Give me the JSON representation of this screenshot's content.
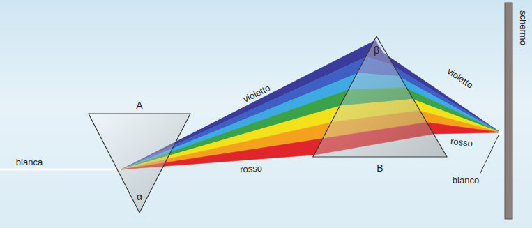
{
  "diagram": {
    "nodes": [
      {
        "text": [
          "A",
          "α"
        ]
      },
      {
        "text": [
          "β",
          "B"
        ]
      }
    ],
    "labels": [
      "bianca",
      "violetto",
      "rosso",
      "violetto",
      "rosso",
      "bianco",
      "schermo"
    ]
  }
}
